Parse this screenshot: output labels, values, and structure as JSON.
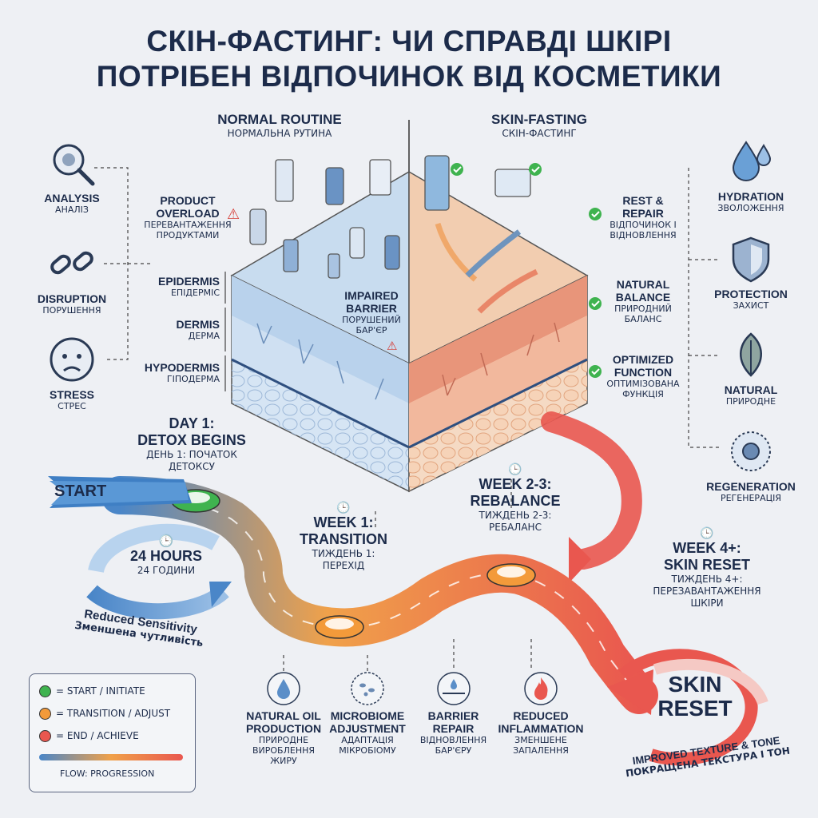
{
  "title": {
    "line1": "СКІН-ФАСТИНГ: ЧИ СПРАВДІ ШКІРІ",
    "line2": "ПОТРІБЕН ВІДПОЧИНОК ВІД КОСМЕТИКИ"
  },
  "normal": {
    "title_en": "NORMAL ROUTINE",
    "title_ua": "НОРМАЛЬНА РУТИНА"
  },
  "fasting": {
    "title_en": "SKIN-FASTING",
    "title_ua": "СКІН-ФАСТИНГ"
  },
  "left_icons": [
    {
      "en": "ANALYSIS",
      "ua": "АНАЛІЗ",
      "icon": "magnifier-icon"
    },
    {
      "en": "DISRUPTION",
      "ua": "ПОРУШЕННЯ",
      "icon": "broken-chain-icon"
    },
    {
      "en": "STRESS",
      "ua": "СТРЕС",
      "icon": "stressed-face-icon"
    }
  ],
  "overload": {
    "en1": "PRODUCT",
    "en2": "OVERLOAD",
    "ua1": "ПЕРЕВАНТАЖЕННЯ",
    "ua2": "ПРОДУКТАМИ"
  },
  "layers": [
    {
      "en": "EPIDERMIS",
      "ua": "ЕПІДЕРМІС"
    },
    {
      "en": "DERMIS",
      "ua": "ДЕРМА"
    },
    {
      "en": "HYPODERMIS",
      "ua": "ГІПОДЕРМА"
    }
  ],
  "impaired": {
    "en1": "IMPAIRED",
    "en2": "BARRIER",
    "ua1": "ПОРУШЕНИЙ",
    "ua2": "БАР'ЄР"
  },
  "benefits": [
    {
      "en1": "REST &",
      "en2": "REPAIR",
      "ua1": "ВІДПОЧИНОК І",
      "ua2": "ВІДНОВЛЕННЯ"
    },
    {
      "en1": "NATURAL",
      "en2": "BALANCE",
      "ua1": "ПРИРОДНИЙ",
      "ua2": "БАЛАНС"
    },
    {
      "en1": "OPTIMIZED",
      "en2": "FUNCTION",
      "ua1": "ОПТИМІЗОВАНА",
      "ua2": "ФУНКЦІЯ"
    }
  ],
  "right_icons": [
    {
      "en": "HYDRATION",
      "ua": "ЗВОЛОЖЕННЯ",
      "icon": "water-drops-icon"
    },
    {
      "en": "PROTECTION",
      "ua": "ЗАХИСТ",
      "icon": "shield-icon"
    },
    {
      "en": "NATURAL",
      "ua": "ПРИРОДНЕ",
      "icon": "leaf-icon"
    },
    {
      "en": "REGENERATION",
      "ua": "РЕГЕНЕРАЦІЯ",
      "icon": "cell-icon"
    }
  ],
  "timeline": {
    "start": "START",
    "day1": {
      "en1": "DAY 1:",
      "en2": "DETOX BEGINS",
      "ua1": "ДЕНЬ 1: ПОЧАТОК",
      "ua2": "ДЕТОКСУ"
    },
    "hours": {
      "en": "24 HOURS",
      "ua": "24 ГОДИНИ"
    },
    "reduced_sens": {
      "en": "Reduced Sensitivity",
      "ua": "Зменшена чутливість"
    },
    "week1": {
      "en1": "WEEK 1:",
      "en2": "TRANSITION",
      "ua1": "ТИЖДЕНЬ 1:",
      "ua2": "ПЕРЕХІД"
    },
    "week23": {
      "en1": "WEEK 2-3:",
      "en2": "REBALANCE",
      "ua1": "ТИЖДЕНЬ 2-3:",
      "ua2": "РЕБАЛАНС"
    },
    "week4": {
      "en1": "WEEK 4+:",
      "en2": "SKIN RESET",
      "ua1": "ТИЖДЕНЬ 4+:",
      "ua2": "ПЕРЕЗАВАНТАЖЕННЯ",
      "ua3": "ШКІРИ"
    },
    "reset": {
      "l1": "SKIN",
      "l2": "RESET"
    },
    "improved": {
      "en": "IMPROVED TEXTURE & TONE",
      "ua": "ПОКРАЩЕНА ТЕКСТУРА І ТОН"
    }
  },
  "bottom": [
    {
      "en1": "NATURAL OIL",
      "en2": "PRODUCTION",
      "ua1": "ПРИРОДНЕ",
      "ua2": "ВИРОБЛЕННЯ",
      "ua3": "ЖИРУ",
      "icon": "oil-drop-icon"
    },
    {
      "en1": "MICROBIOME",
      "en2": "ADJUSTMENT",
      "ua1": "АДАПТАЦІЯ",
      "ua2": "МІКРОБІОМУ",
      "ua3": "",
      "icon": "microbiome-icon"
    },
    {
      "en1": "BARRIER",
      "en2": "REPAIR",
      "ua1": "ВІДНОВЛЕННЯ",
      "ua2": "БАР'ЄРУ",
      "ua3": "",
      "icon": "barrier-icon"
    },
    {
      "en1": "REDUCED",
      "en2": "INFLAMMATION",
      "ua1": "ЗМЕНШЕНЕ",
      "ua2": "ЗАПАЛЕННЯ",
      "ua3": "",
      "icon": "flame-icon"
    }
  ],
  "legend": {
    "start": "= START / INITIATE",
    "transition": "= TRANSITION / ADJUST",
    "end": "= END / ACHIEVE",
    "flow": "FLOW: PROGRESSION"
  },
  "colors": {
    "start": "#3fb34f",
    "transition": "#f39a3a",
    "end": "#e9574f",
    "blue": "#4a86c8"
  }
}
